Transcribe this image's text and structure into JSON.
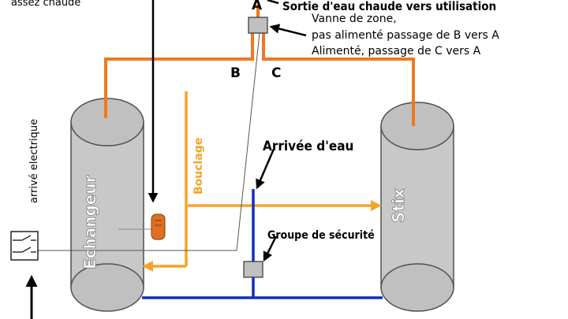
{
  "texts": {
    "top_left_fragment": "assez chaude",
    "label_a": "A",
    "label_b": "B",
    "label_c": "C",
    "hot_water_out": "Sortie d'eau chaude vers utilisation",
    "zone_valve_title": "Vanne de zone,",
    "zone_valve_line2": "pas alimenté passage de B vers A",
    "zone_valve_line3": "Alimenté, passage de C vers A",
    "electric_supply": "arrivé electrique",
    "bouclage": "Bouclage",
    "water_inlet": "Arrivée d'eau",
    "safety_group": "Groupe de sécurité",
    "exchanger": "Echangeur",
    "right_tank_fragment": "Stix"
  },
  "colors": {
    "hot_pipe": "#f07820",
    "loop_pipe": "#f4a428",
    "cold_pipe": "#1030c0",
    "tank_fill": "#c8c8c8",
    "tank_stroke": "#505050",
    "valve_fill": "#c0c0c0",
    "sensor": "#e07020",
    "text": "#000000"
  },
  "icons": {
    "zone_valve": "valve-box-icon",
    "safety_group": "valve-box-icon",
    "switch": "electrical-switch-icon",
    "sensor": "thermostat-sensor-icon"
  }
}
